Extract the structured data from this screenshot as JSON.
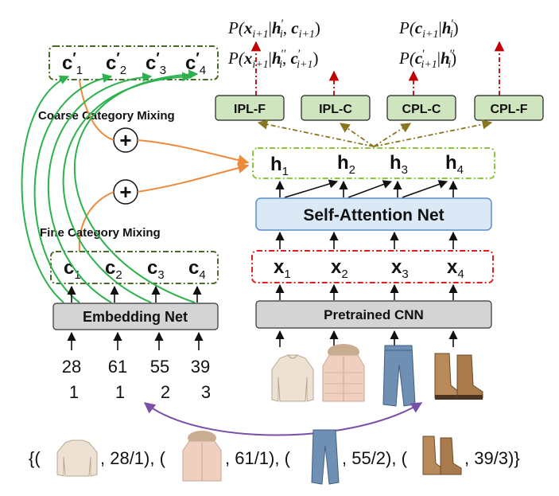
{
  "probabilities": {
    "row1_left": {
      "p": "P(",
      "x": "x",
      "xsub": "i+1",
      "bar": "|",
      "h": "h",
      "hprime": "′",
      "hsub": "i",
      "comma": ", ",
      "c": "c",
      "csub": "i+1",
      "close": ")"
    },
    "row1_right": {
      "p": "P(",
      "c": "c",
      "csub": "i+1",
      "bar": "|",
      "h": "h",
      "hprime": "′",
      "hsub": "i",
      "close": ")"
    },
    "row2_left": {
      "p": "P(",
      "x": "x",
      "xsub": "i+1",
      "bar": "|",
      "h": "h",
      "hprime": "′′",
      "hsub": "i",
      "comma": ", ",
      "c": "c",
      "cprime": "′",
      "csub": "i+1",
      "close": ")"
    },
    "row2_right": {
      "p": "P(",
      "c": "c",
      "cprime": "′",
      "csub": "i+1",
      "bar": "|",
      "h": "h",
      "hprime": "′′",
      "hsub": "i",
      "close": ")"
    }
  },
  "heads": [
    "IPL-F",
    "IPL-C",
    "CPL-C",
    "CPL-F"
  ],
  "coarse_category_tokens": [
    {
      "base": "c",
      "prime": "′",
      "sub": "1"
    },
    {
      "base": "c",
      "prime": "′",
      "sub": "2"
    },
    {
      "base": "c",
      "prime": "′",
      "sub": "3"
    },
    {
      "base": "c",
      "prime": "′",
      "sub": "4"
    }
  ],
  "fine_category_tokens": [
    {
      "base": "c",
      "sub": "1"
    },
    {
      "base": "c",
      "sub": "2"
    },
    {
      "base": "c",
      "sub": "3"
    },
    {
      "base": "c",
      "sub": "4"
    }
  ],
  "hidden_tokens": [
    {
      "base": "h",
      "sub": "1"
    },
    {
      "base": "h",
      "sub": "2"
    },
    {
      "base": "h",
      "sub": "3"
    },
    {
      "base": "h",
      "sub": "4"
    }
  ],
  "item_tokens": [
    {
      "base": "x",
      "sub": "1"
    },
    {
      "base": "x",
      "sub": "2"
    },
    {
      "base": "x",
      "sub": "3"
    },
    {
      "base": "x",
      "sub": "4"
    }
  ],
  "labels": {
    "coarse_mixing": "Coarse Category Mixing",
    "fine_mixing": "Fine Category Mixing",
    "self_attention": "Self-Attention Net",
    "embedding_net": "Embedding Net",
    "pretrained_cnn": "Pretrained CNN",
    "plus": "+"
  },
  "category_ids": {
    "fine": [
      "28",
      "61",
      "55",
      "39"
    ],
    "coarse": [
      "1",
      "1",
      "2",
      "3"
    ]
  },
  "sequence": {
    "open": "{(",
    "entries": [
      ", 28/1), (",
      ", 61/1), (",
      ", 55/2), (",
      ", 39/3)}"
    ]
  },
  "item_images": [
    "sweater-image",
    "puffer-jacket-image",
    "jeans-image",
    "boots-image"
  ],
  "colors": {
    "green_dash": "#8dc63f",
    "red_dash": "#e02020",
    "dark_green_dash": "#4a6b2a",
    "head_fill": "#cfe5bf",
    "attention_fill": "#dbe8f6",
    "attention_stroke": "#5b8dc9",
    "gray_fill": "#d4d4d4",
    "orange": "#ee8a3c",
    "green_arrow": "#2bb24c",
    "purple": "#7a4fa8",
    "dark_red_arrow": "#c00000",
    "olive": "#8b7520"
  }
}
